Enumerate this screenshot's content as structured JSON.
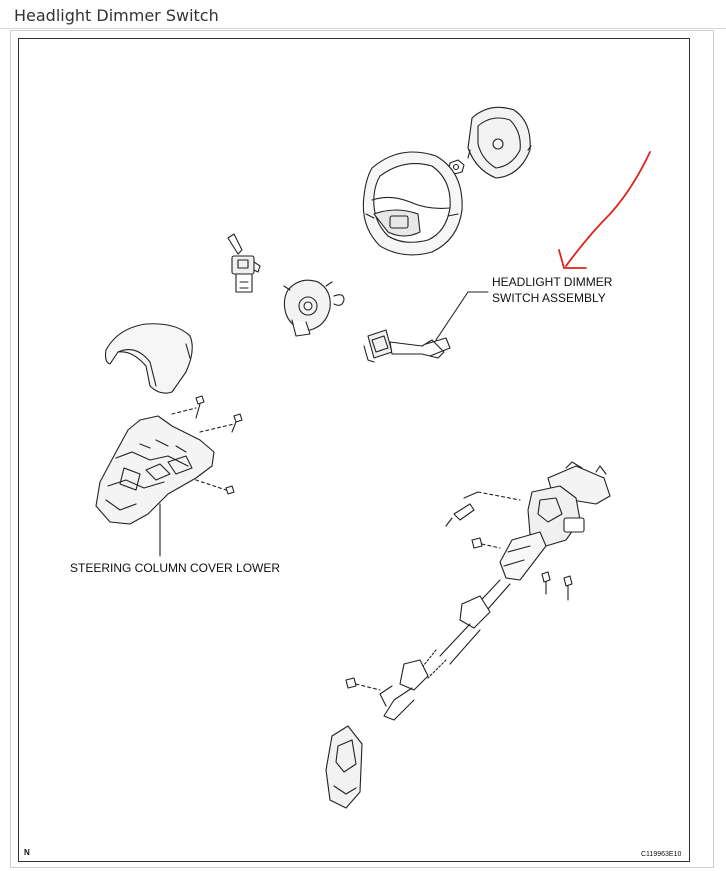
{
  "page": {
    "title": "Headlight Dimmer Switch"
  },
  "diagram": {
    "callouts": {
      "dimmer_line1": "HEADLIGHT DIMMER",
      "dimmer_line2": "SWITCH ASSEMBLY",
      "cover_lower": "STEERING COLUMN COVER LOWER"
    },
    "north_mark": "N",
    "figure_code": "C119963E10",
    "annotation_color": "#e0201b"
  }
}
